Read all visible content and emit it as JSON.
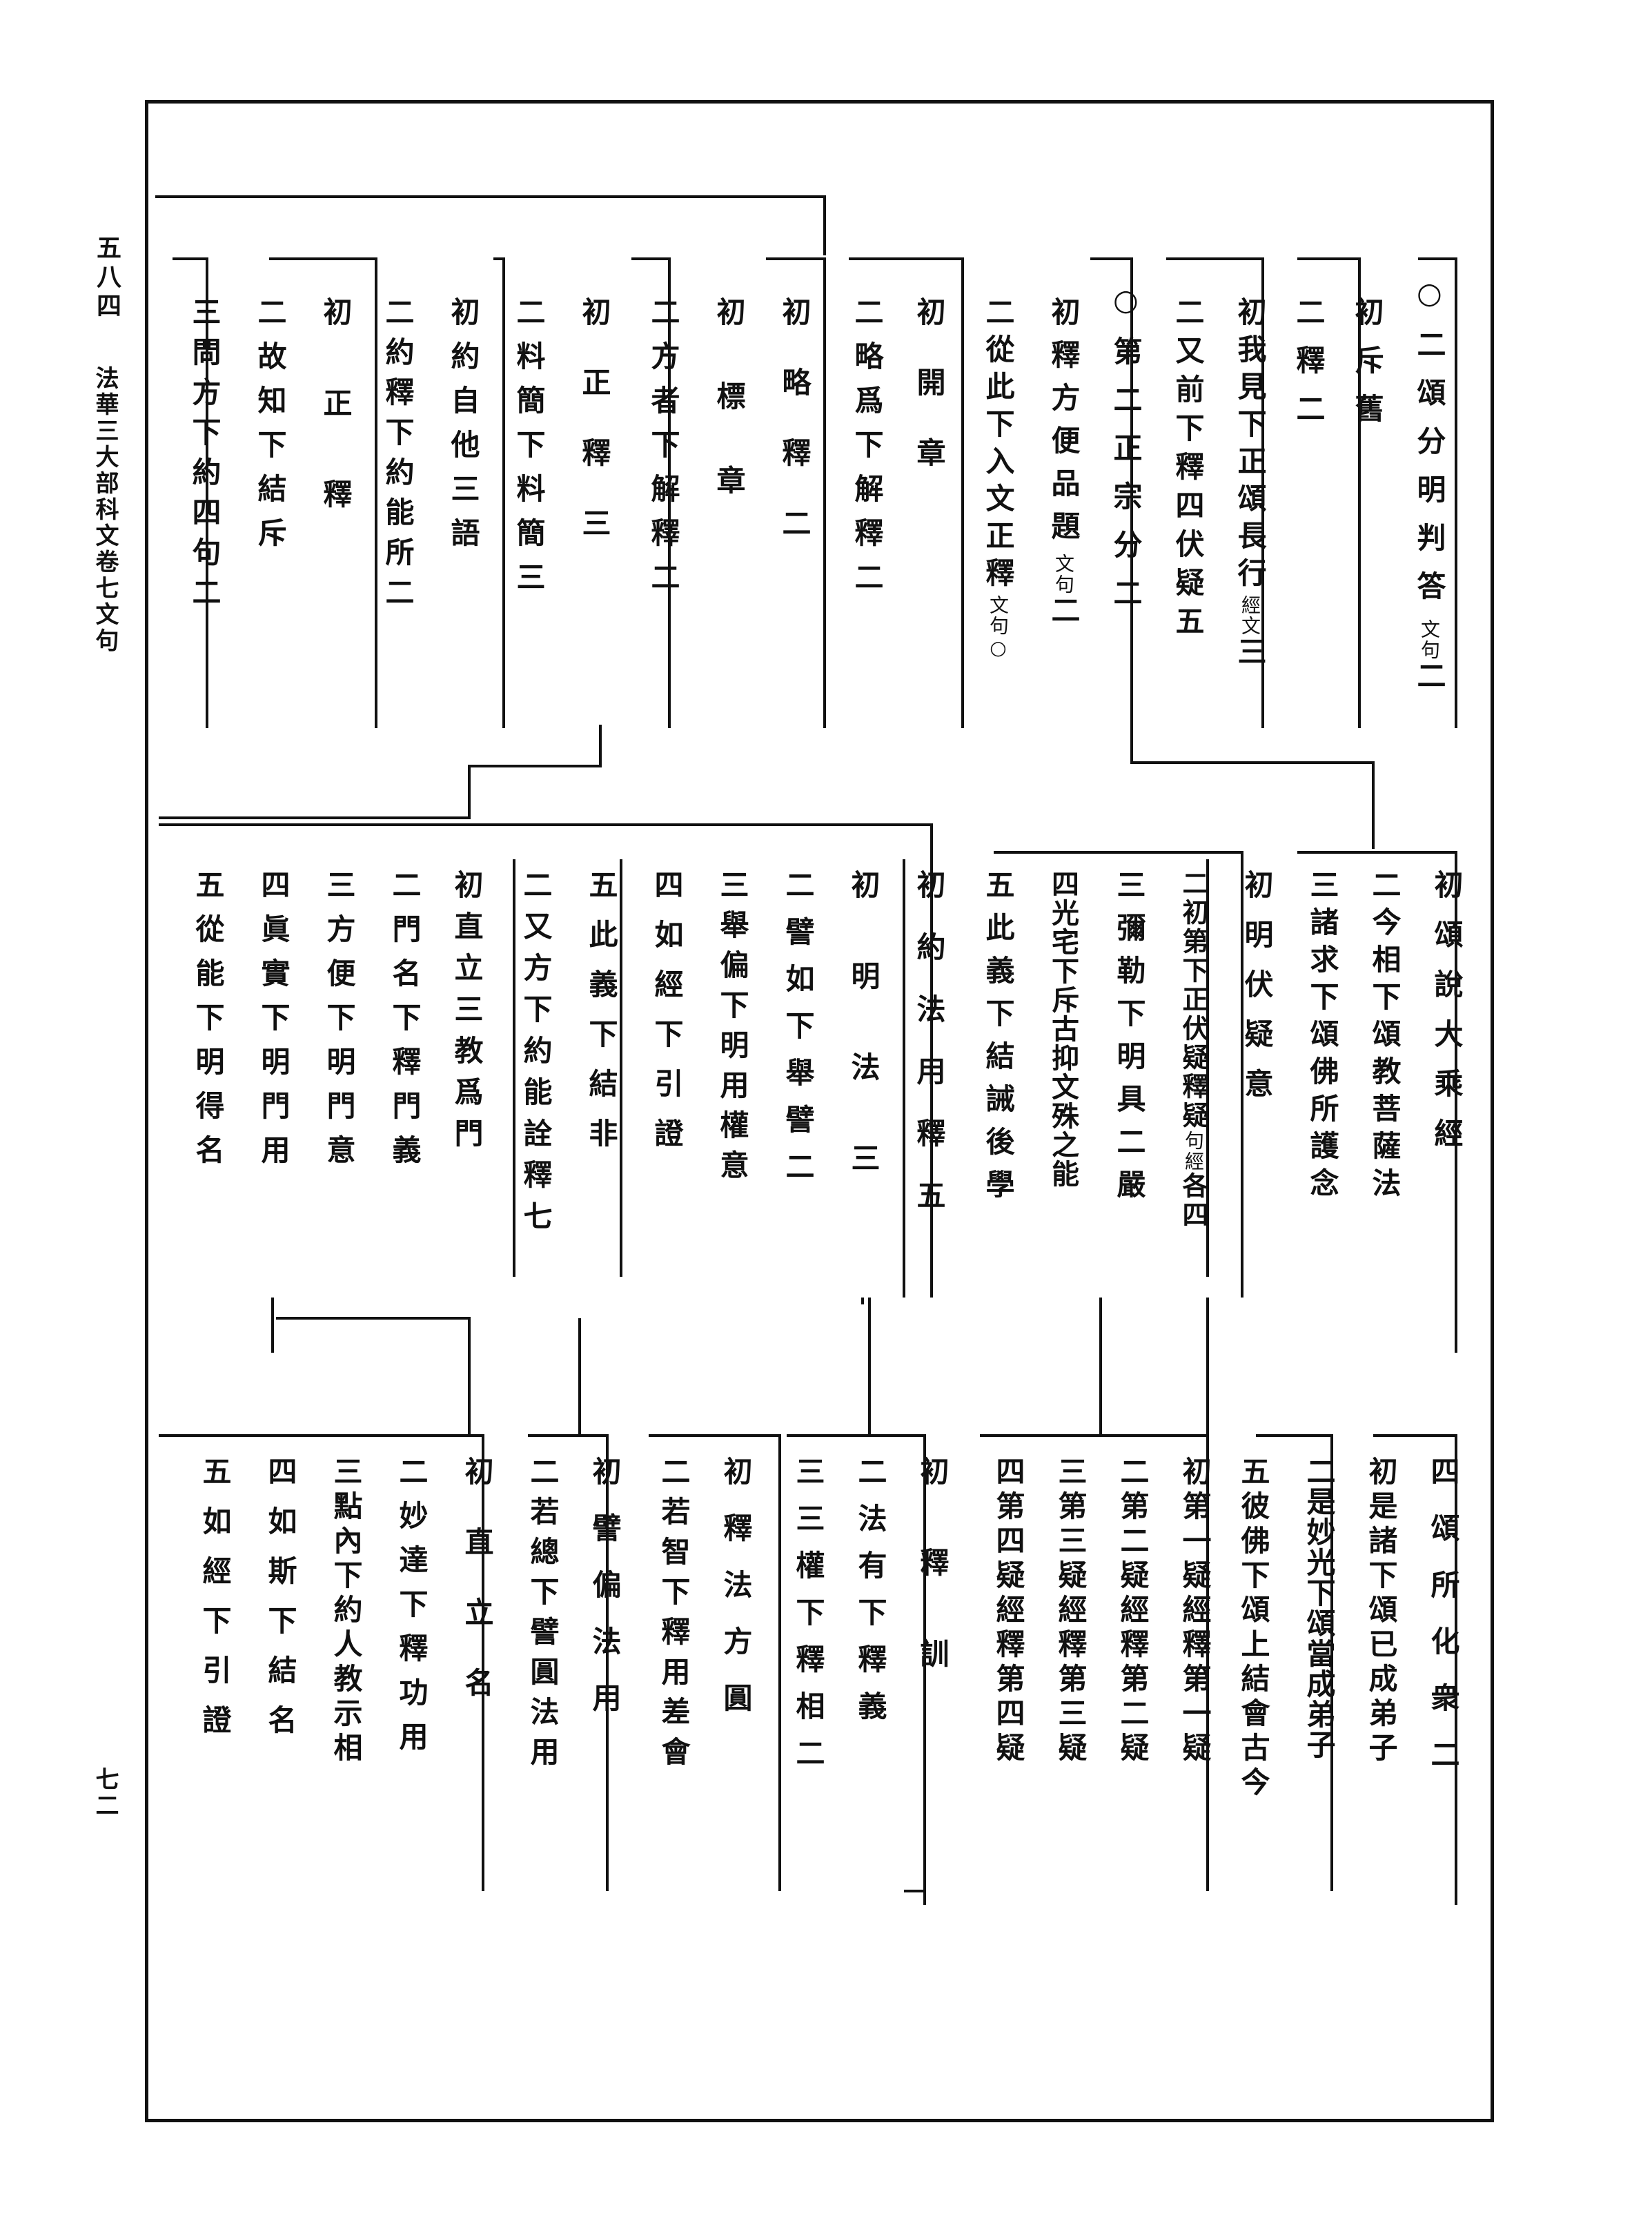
{
  "margin": {
    "page_number": "五八四",
    "book_title": "法華三大部科文卷七文句",
    "folio": "七二"
  },
  "tier1": [
    {
      "text": "○二頌分明判答",
      "note": "文句",
      "tail": "二"
    },
    {
      "text": "初斥舊",
      "note": "",
      "tail": ""
    },
    {
      "text": "二釋",
      "note": "",
      "tail": "二"
    },
    {
      "text": "初我見下正頌長行",
      "note": "經文",
      "tail": "三"
    },
    {
      "text": "二又前下釋四伏疑",
      "note": "",
      "tail": "五"
    },
    {
      "text": "○第二正宗分",
      "note": "",
      "tail": "二"
    },
    {
      "text": "初釋方便品題",
      "note": "文句",
      "tail": "二"
    },
    {
      "text": "二從此下入文正釋",
      "note": "文句○",
      "tail": ""
    },
    {
      "text": "初開章",
      "note": "",
      "tail": ""
    },
    {
      "text": "二略爲下解釋",
      "note": "",
      "tail": "二"
    },
    {
      "text": "初略釋",
      "note": "",
      "tail": "二"
    },
    {
      "text": "初標章",
      "note": "",
      "tail": ""
    },
    {
      "text": "二方者下解釋",
      "note": "",
      "tail": "二"
    },
    {
      "text": "初正釋",
      "note": "",
      "tail": "三"
    },
    {
      "text": "二料簡下料簡",
      "note": "",
      "tail": "三"
    },
    {
      "text": "初約自他三語",
      "note": "",
      "tail": ""
    },
    {
      "text": "二約釋下約能所",
      "note": "",
      "tail": "二"
    },
    {
      "text": "初正釋",
      "note": "",
      "tail": ""
    },
    {
      "text": "二故知下結斥",
      "note": "",
      "tail": ""
    },
    {
      "text": "三問方下約四句",
      "note": "",
      "tail": "二"
    }
  ],
  "tier2": [
    {
      "text": "初頌說大乘經",
      "note": "",
      "tail": ""
    },
    {
      "text": "二今相下頌教菩薩法",
      "note": "",
      "tail": ""
    },
    {
      "text": "三諸求下頌佛所護念",
      "note": "",
      "tail": ""
    },
    {
      "text": "初明伏疑意",
      "note": "",
      "tail": ""
    },
    {
      "text": "二初第下正伏疑釋疑",
      "note": "句經",
      "tail": "各四"
    },
    {
      "text": "三彌勒下明具二嚴",
      "note": "",
      "tail": ""
    },
    {
      "text": "四光宅下斥古抑文殊之能",
      "note": "",
      "tail": ""
    },
    {
      "text": "五此義下結誡後學",
      "note": "",
      "tail": ""
    },
    {
      "text": "初約法用釋",
      "note": "",
      "tail": "五"
    },
    {
      "text": "初明法",
      "note": "",
      "tail": "三"
    },
    {
      "text": "二譬如下舉譬",
      "note": "",
      "tail": "二"
    },
    {
      "text": "三舉偏下明用權意",
      "note": "",
      "tail": ""
    },
    {
      "text": "四如經下引證",
      "note": "",
      "tail": ""
    },
    {
      "text": "五此義下結非",
      "note": "",
      "tail": ""
    },
    {
      "text": "二又方下約能詮釋",
      "note": "",
      "tail": "七"
    },
    {
      "text": "初直立三教爲門",
      "note": "",
      "tail": ""
    },
    {
      "text": "二門名下釋門義",
      "note": "",
      "tail": ""
    },
    {
      "text": "三方便下明門意",
      "note": "",
      "tail": ""
    },
    {
      "text": "四眞實下明門用",
      "note": "",
      "tail": ""
    },
    {
      "text": "五從能下明得名",
      "note": "",
      "tail": ""
    }
  ],
  "tier3": [
    {
      "text": "四頌所化衆",
      "note": "",
      "tail": "二"
    },
    {
      "text": "初是諸下頌已成弟子",
      "note": "",
      "tail": ""
    },
    {
      "text": "二是妙光下頌當成弟子",
      "note": "",
      "tail": ""
    },
    {
      "text": "五彼佛下頌上結會古今",
      "note": "",
      "tail": ""
    },
    {
      "text": "初第一疑經釋第一疑",
      "note": "",
      "tail": ""
    },
    {
      "text": "二第二疑經釋第二疑",
      "note": "",
      "tail": ""
    },
    {
      "text": "三第三疑經釋第三疑",
      "note": "",
      "tail": ""
    },
    {
      "text": "四第四疑經釋第四疑",
      "note": "",
      "tail": ""
    },
    {
      "text": "初釋訓",
      "note": "",
      "tail": ""
    },
    {
      "text": "二法有下釋義",
      "note": "",
      "tail": ""
    },
    {
      "text": "三三權下釋相",
      "note": "",
      "tail": "二"
    },
    {
      "text": "初釋法方圓",
      "note": "",
      "tail": ""
    },
    {
      "text": "二若智下釋用差會",
      "note": "",
      "tail": ""
    },
    {
      "text": "初譬偏法用",
      "note": "",
      "tail": ""
    },
    {
      "text": "二若總下譬圓法用",
      "note": "",
      "tail": ""
    },
    {
      "text": "初直立名",
      "note": "",
      "tail": ""
    },
    {
      "text": "二妙達下釋功用",
      "note": "",
      "tail": ""
    },
    {
      "text": "三點內下約人教示相",
      "note": "",
      "tail": ""
    },
    {
      "text": "四如斯下結名",
      "note": "",
      "tail": ""
    },
    {
      "text": "五如經下引證",
      "note": "",
      "tail": ""
    }
  ]
}
